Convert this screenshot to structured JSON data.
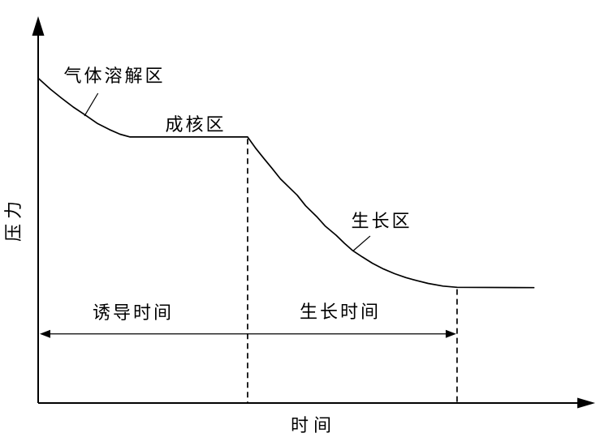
{
  "figure": {
    "background_color": "#ffffff",
    "stroke_color": "#000000"
  },
  "chart_data": {
    "type": "line",
    "title": "",
    "xlabel": "时间",
    "ylabel": "压力",
    "axis_ticks": [],
    "legend": "none",
    "grid": false,
    "x_range_rel": [
      0,
      1
    ],
    "y_range_rel": [
      0,
      1
    ],
    "series": [
      {
        "name": "pressure-vs-time-curve",
        "points_rel": [
          [
            0.001,
            0.835
          ],
          [
            0.022,
            0.808
          ],
          [
            0.042,
            0.785
          ],
          [
            0.063,
            0.762
          ],
          [
            0.085,
            0.741
          ],
          [
            0.106,
            0.72
          ],
          [
            0.128,
            0.704
          ],
          [
            0.147,
            0.692
          ],
          [
            0.165,
            0.685
          ],
          [
            0.376,
            0.685
          ],
          [
            0.39,
            0.657
          ],
          [
            0.405,
            0.63
          ],
          [
            0.42,
            0.604
          ],
          [
            0.435,
            0.577
          ],
          [
            0.45,
            0.556
          ],
          [
            0.465,
            0.535
          ],
          [
            0.48,
            0.508
          ],
          [
            0.5,
            0.48
          ],
          [
            0.515,
            0.456
          ],
          [
            0.535,
            0.432
          ],
          [
            0.55,
            0.411
          ],
          [
            0.565,
            0.392
          ],
          [
            0.582,
            0.376
          ],
          [
            0.6,
            0.36
          ],
          [
            0.62,
            0.345
          ],
          [
            0.64,
            0.333
          ],
          [
            0.66,
            0.323
          ],
          [
            0.68,
            0.315
          ],
          [
            0.7,
            0.308
          ],
          [
            0.727,
            0.301
          ],
          [
            0.752,
            0.298
          ],
          [
            0.89,
            0.297
          ]
        ]
      }
    ],
    "region_annotations": [
      {
        "label": "气体溶解区",
        "x_range_rel": [
          0,
          0.165
        ],
        "leader_rel": [
          [
            0.1074,
            0.7975
          ],
          [
            0.0831,
            0.739
          ]
        ]
      },
      {
        "label": "成核区",
        "x_range_rel": [
          0.165,
          0.376
        ],
        "leader_rel": null
      },
      {
        "label": "生长区",
        "x_range_rel": [
          0.376,
          0.752
        ],
        "leader_rel": [
          [
            0.596,
            0.43
          ],
          [
            0.566,
            0.3925
          ]
        ]
      }
    ],
    "time_spans": [
      {
        "label": "诱导时间",
        "from_rel": 0.0,
        "to_rel": 0.376
      },
      {
        "label": "生长时间",
        "from_rel": 0.376,
        "to_rel": 0.752
      }
    ],
    "span_arrow_y_rel": 0.178,
    "dashed_guides": [
      {
        "x_rel": 0.376,
        "top_rel": 0.68
      },
      {
        "x_rel": 0.752,
        "top_rel": 0.293
      }
    ]
  }
}
